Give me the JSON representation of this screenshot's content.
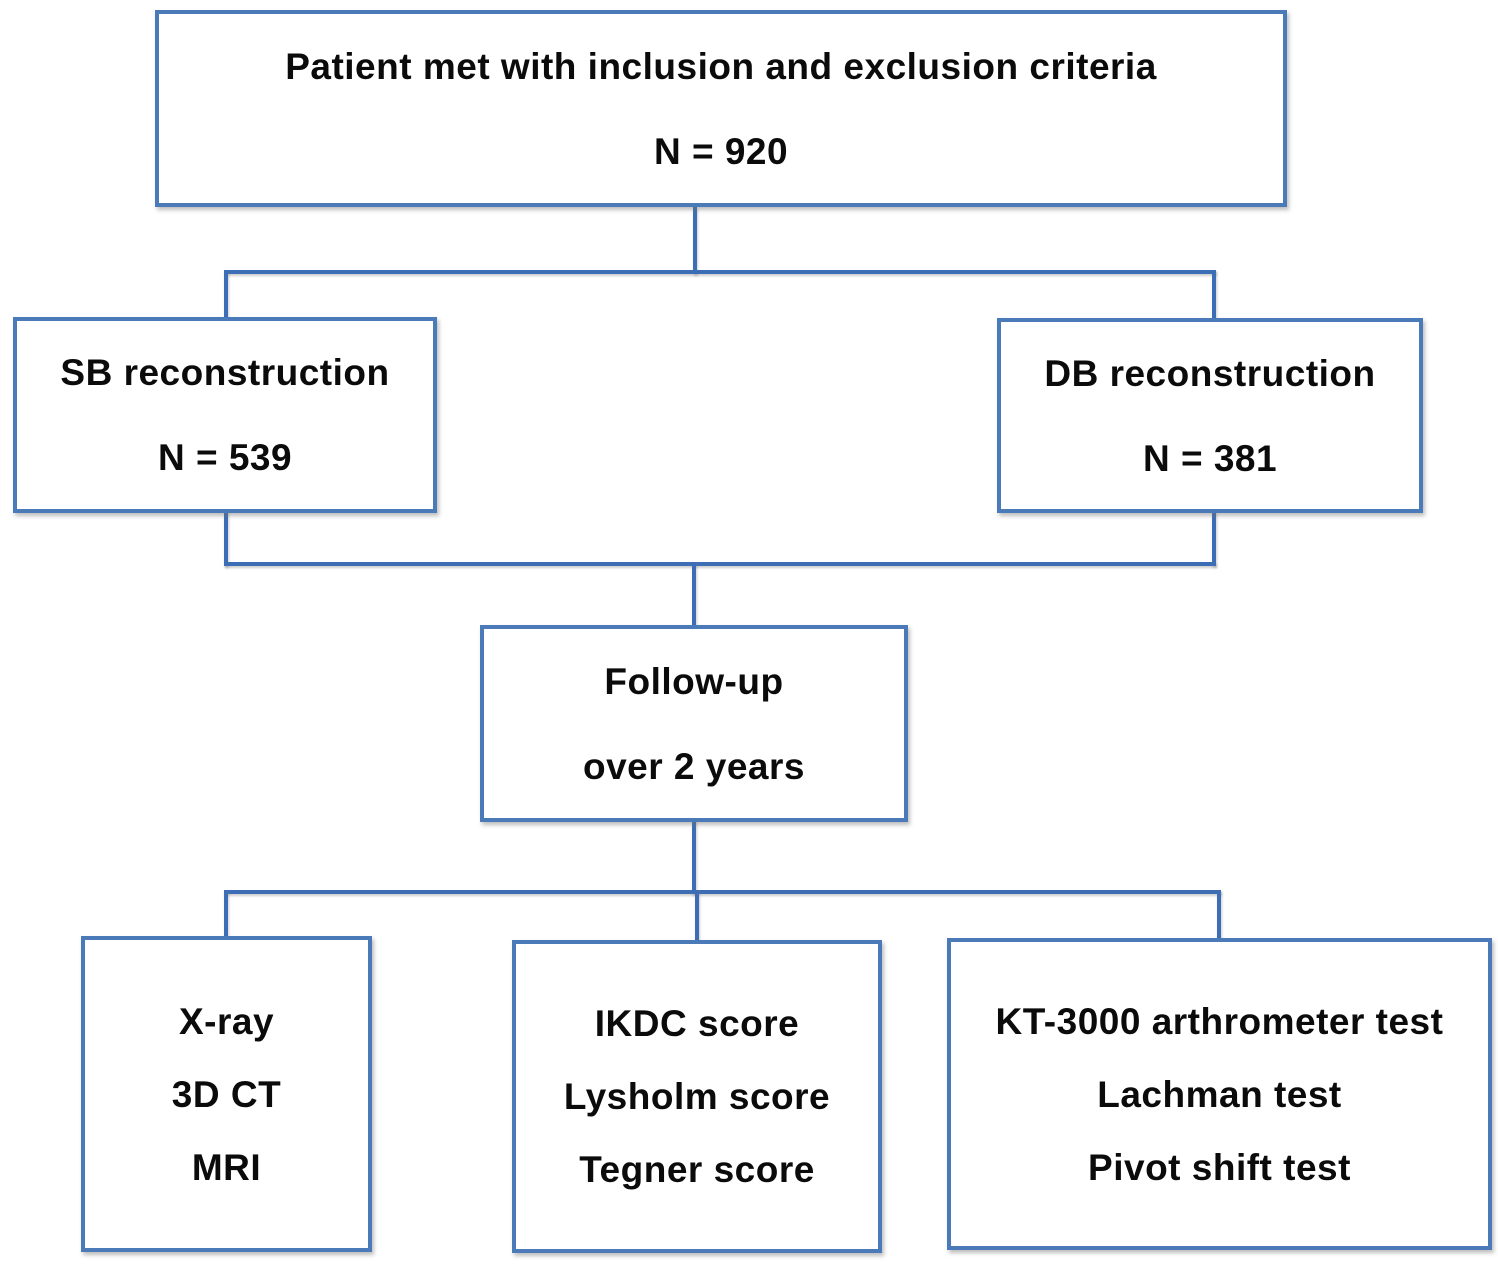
{
  "diagram": {
    "type": "flowchart",
    "colors": {
      "box_border": "#4a7ab8",
      "connector": "#3d6eb5",
      "text": "#0b0b0b",
      "background": "#ffffff"
    },
    "boxes": {
      "criteria": {
        "lines": [
          "Patient met with inclusion and exclusion criteria",
          "N = 920"
        ]
      },
      "sb": {
        "lines": [
          "SB reconstruction",
          "N = 539"
        ]
      },
      "db": {
        "lines": [
          "DB reconstruction",
          "N = 381"
        ]
      },
      "followup": {
        "lines": [
          "Follow-up",
          "over 2 years"
        ]
      },
      "imaging": {
        "lines": [
          "X-ray",
          "3D CT",
          "MRI"
        ]
      },
      "scores": {
        "lines": [
          "IKDC score",
          "Lysholm score",
          "Tegner score"
        ]
      },
      "tests": {
        "lines": [
          "KT-3000 arthrometer test",
          "Lachman test",
          "Pivot shift test"
        ]
      }
    }
  }
}
